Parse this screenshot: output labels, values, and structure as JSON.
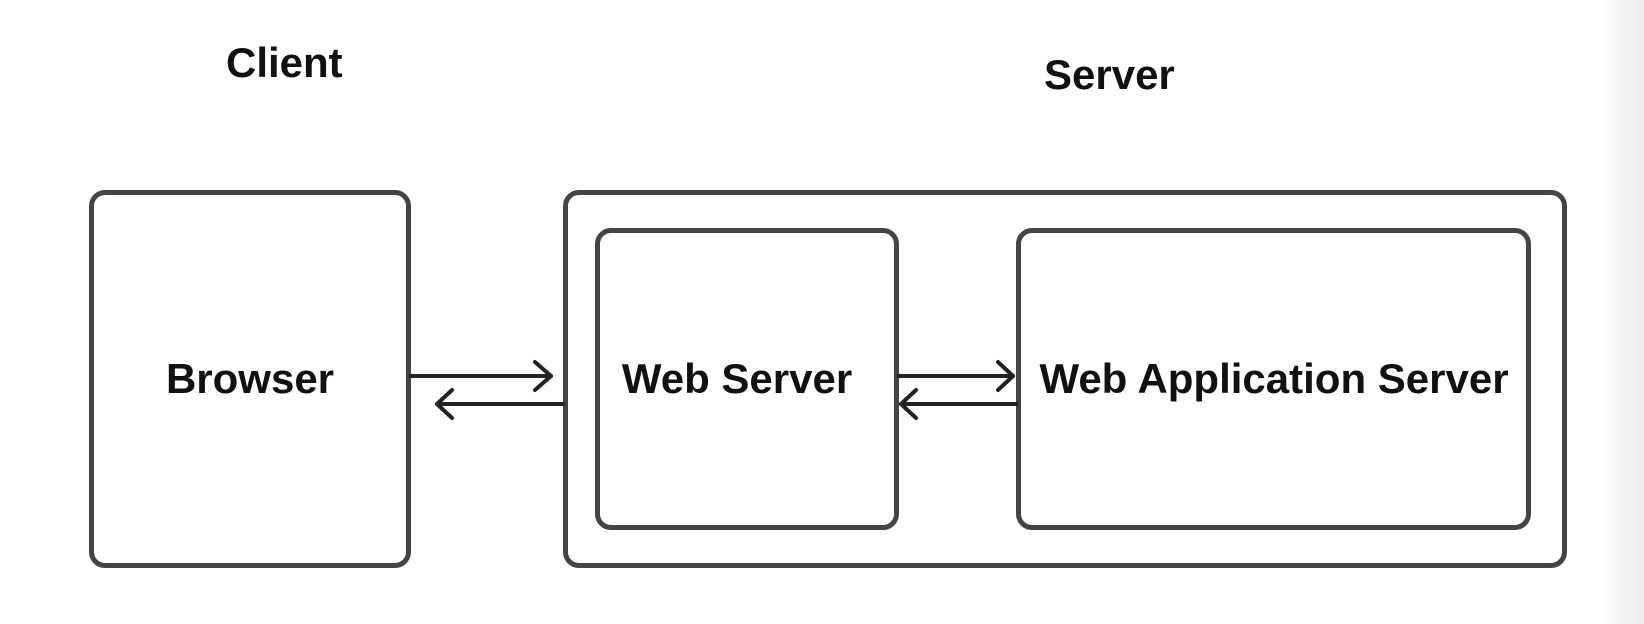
{
  "headings": {
    "client": "Client",
    "server": "Server"
  },
  "nodes": {
    "browser": "Browser",
    "web_server": "Web Server",
    "web_application_server": "Web Application Server"
  },
  "connections": [
    {
      "from": "browser",
      "to": "server",
      "direction": "bidirectional"
    },
    {
      "from": "web_server",
      "to": "web_application_server",
      "direction": "bidirectional"
    }
  ],
  "colors": {
    "stroke": "#444444",
    "text": "#111111",
    "background": "#ffffff"
  }
}
